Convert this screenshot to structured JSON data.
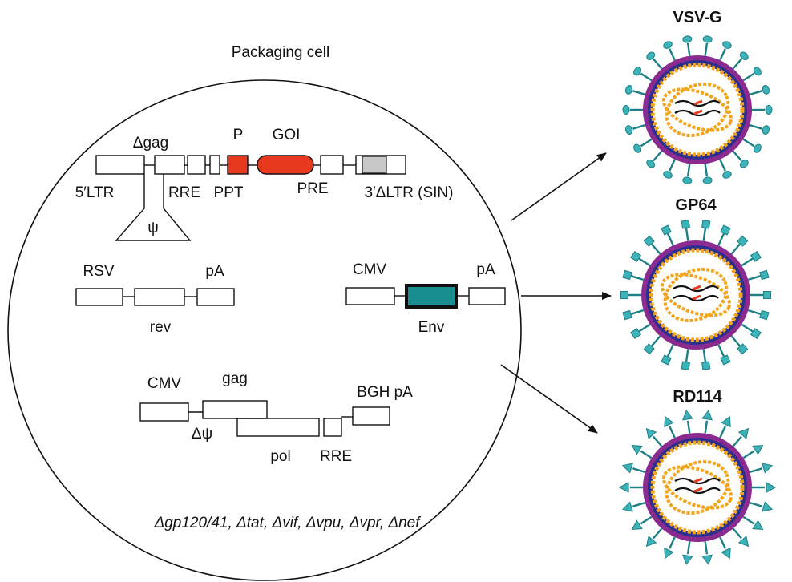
{
  "cell": {
    "title": "Packaging cell",
    "transfer_vector": {
      "top_labels": [
        "Δgag",
        "P",
        "GOI"
      ],
      "bottom_labels": [
        "5′LTR",
        "RRE",
        "PPT",
        "PRE",
        "3′ΔLTR (SIN)"
      ],
      "psi_label": "ψ",
      "colors": {
        "promoter": "#e8391e",
        "goi": "#e8391e",
        "sin": "#c8c8c8"
      }
    },
    "rev_plasmid": {
      "labels": [
        "RSV",
        "pA",
        "rev"
      ]
    },
    "env_plasmid": {
      "labels": [
        "CMV",
        "pA",
        "Env"
      ],
      "env_color": "#1a8f8f"
    },
    "gagpol_plasmid": {
      "labels": [
        "CMV",
        "gag",
        "BGH pA",
        "Δψ",
        "pol",
        "RRE"
      ]
    },
    "deletions": "Δgp120/41, Δtat, Δvif, Δvpu, Δvpr, Δnef"
  },
  "particles": [
    {
      "name": "VSV-G",
      "spike": "vsvg"
    },
    {
      "name": "GP64",
      "spike": "gp64"
    },
    {
      "name": "RD114",
      "spike": "rd114"
    }
  ],
  "particle_colors": {
    "spike": "#3bb3b8",
    "spike_dark": "#1d7f86",
    "envelope_outer": "#8b2a8f",
    "envelope_inner": "#2b2f8f",
    "capsid": "#f2a51c",
    "core_fill": "#ffffff",
    "rna": "#111111",
    "rna_mark": "#e8391e"
  }
}
